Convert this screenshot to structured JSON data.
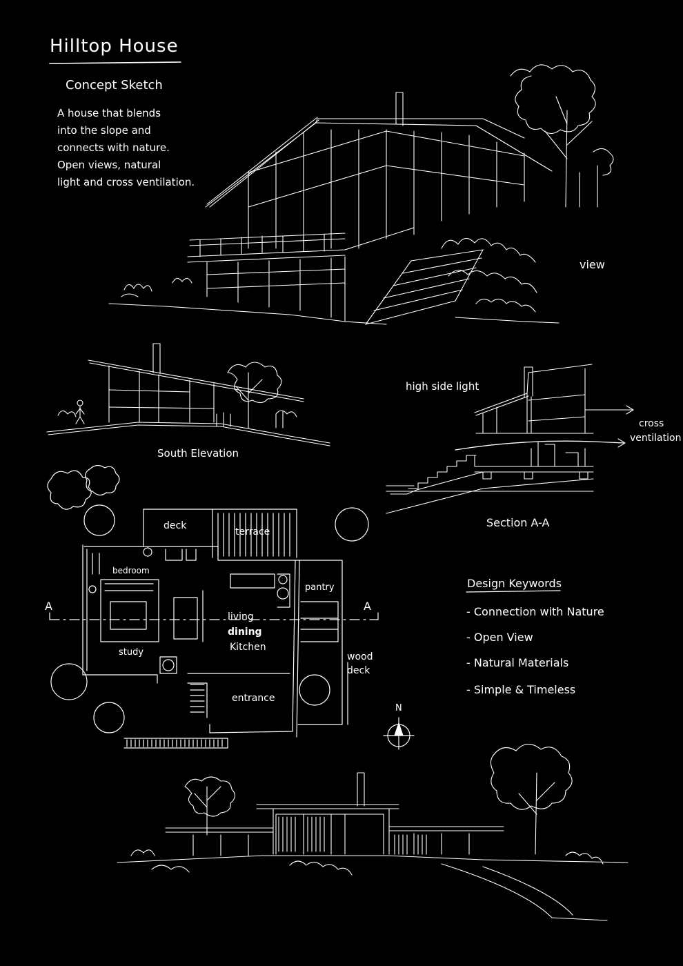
{
  "title": "Hilltop House",
  "subtitle": "Concept Sketch",
  "intro_lines": [
    "A house that blends",
    "into the slope and",
    "connects with nature.",
    "Open views, natural",
    "light and cross ventilation."
  ],
  "labels": {
    "view": "view",
    "south_elevation": "South Elevation",
    "high_side_light": "high side light",
    "cross_1": "cross",
    "cross_2": "ventilation",
    "section": "Section A-A",
    "axis_left": "A",
    "axis_right": "A",
    "north": "N"
  },
  "plan_rooms": {
    "deck": "deck",
    "terrace": "terrace",
    "bedroom": "bedroom",
    "pantry": "pantry",
    "living": "living",
    "dining": "dining",
    "kitchen": "Kitchen",
    "study": "study",
    "wood_1": "wood",
    "wood_2": "deck",
    "entrance": "entrance"
  },
  "keywords": {
    "title": "Design Keywords",
    "items": [
      "- Connection with Nature",
      "- Open View",
      "- Natural Materials",
      "- Simple & Timeless"
    ]
  },
  "colors": {
    "background": "#000000",
    "ink": "#ffffff"
  }
}
